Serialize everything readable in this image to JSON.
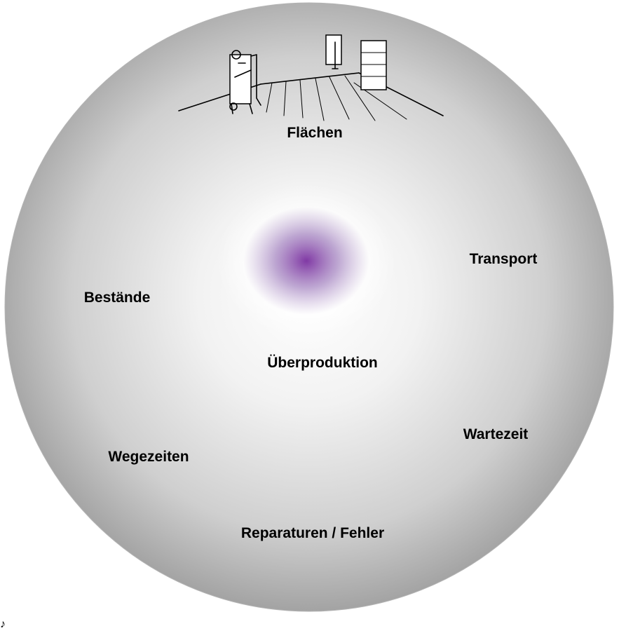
{
  "diagram": {
    "center": {
      "label": "Überproduktion",
      "icon": "overproduction-illustration",
      "highlight_color": "#7a2fa0"
    },
    "items": [
      {
        "id": "flaechen",
        "label": "Flächen",
        "icon": "warehouse-floor-illustration"
      },
      {
        "id": "transport",
        "label": "Transport",
        "icon": "truck-forklift-illustration"
      },
      {
        "id": "wartezeit",
        "label": "Wartezeit",
        "icon": "waiting-workers-illustration"
      },
      {
        "id": "reparaturen",
        "label": "Reparaturen / Fehler",
        "icon": "broken-machine-illustration"
      },
      {
        "id": "wegezeiten",
        "label": "Wegezeiten",
        "icon": "walking-worker-illustration"
      },
      {
        "id": "bestaende",
        "label": "Bestände",
        "icon": "stacked-boxes-illustration"
      }
    ],
    "colors": {
      "disc_light": "#ffffff",
      "disc_dark": "#9a9a9a",
      "ink": "#000000"
    }
  }
}
